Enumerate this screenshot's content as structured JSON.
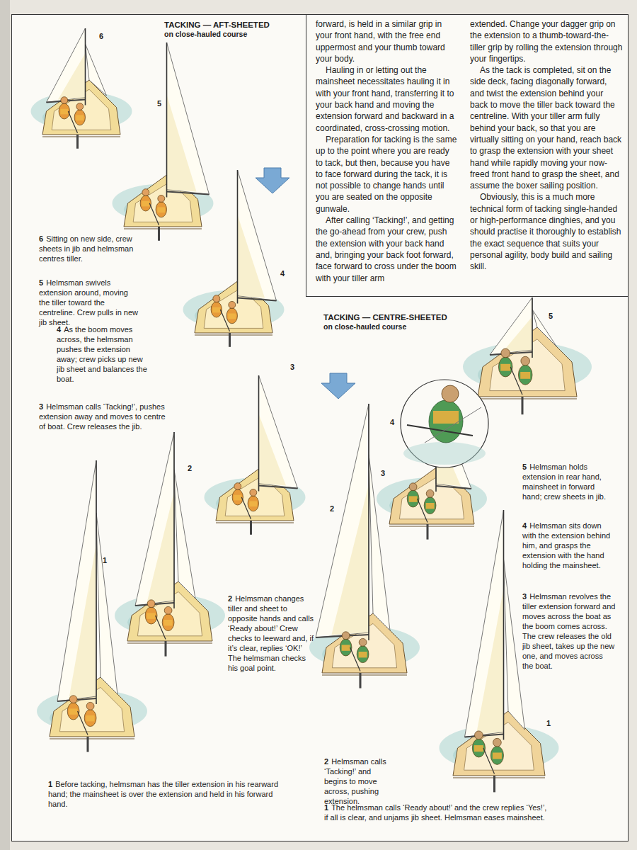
{
  "diagram": {
    "labels": [
      "TACKING — AFT-SHEETED",
      "on close-hauled course",
      "forward, is held in a similar grip in your front hand, with the free end uppermost and your thumb toward your body.",
      "Hauling in or letting out the mainsheet necessitates hauling it in with your front hand, transferring it to your back hand and moving the extension forward and backward in a coordinated, cross-crossing motion.",
      "Preparation for tacking is the same up to the point where you are ready to tack, but then, because you have to face forward during the tack, it is not possible to change hands until you are seated on the opposite gunwale.",
      "After calling ‘Tacking!’, and getting the go-ahead from your crew, push the extension with your back hand and, bringing your back foot forward, face forward to cross under the boom with your tiller arm",
      "extended. Change your dagger grip on the extension to a thumb-toward-the-tiller grip by rolling the extension through your fingertips.",
      "As the tack is completed, sit on the side deck, facing diagonally forward, and twist the extension behind your back to move the tiller back toward the centreline. With your tiller arm fully behind your back, so that you are virtually sitting on your hand, reach back to grasp the extension with your sheet hand while rapidly moving your now-freed front hand to grasp the sheet, and assume the boxer sailing position.",
      "Obviously, this is a much more technical form of tacking single-handed or high-performance dinghies, and you should practise it thoroughly to establish the exact sequence that suits your personal agility, body build and sailing skill.",
      "TACKING — CENTRE-SHEETED",
      "on close-hauled course",
      "6",
      "Sitting on new side, crew sheets in jib and helmsman centres tiller.",
      "5",
      "Helmsman swivels extension around, moving the tiller toward the centreline. Crew pulls in new jib sheet.",
      "4",
      "As the boom moves across, the helmsman pushes the extension away; crew picks up new jib sheet and balances the boat.",
      "3",
      "Helmsman calls ‘Tacking!’, pushes extension away and moves to centre of boat. Crew releases the jib.",
      "2",
      "Helmsman changes tiller and sheet to opposite hands and calls ‘Ready about!’ Crew checks to leeward and, if it’s clear, replies ‘OK!’ The helmsman checks his goal point.",
      "1",
      "Before tacking, helmsman has the tiller extension in his rearward hand; the mainsheet is over the extension and held in his forward hand.",
      "6",
      "5",
      "4",
      "3",
      "2",
      "1",
      "5",
      "Helmsman holds extension in rear hand, mainsheet in forward hand; crew sheets in jib.",
      "4",
      "Helmsman sits down with the extension behind him, and grasps the extension with the hand holding the mainsheet.",
      "3",
      "Helmsman revolves the tiller extension forward and moves across the boat as the boom comes across. The crew releases the old jib sheet, takes up the new one, and moves across the boat.",
      "2",
      "Helmsman calls ‘Tacking!’ and begins to move across, pushing extension.",
      "1",
      "The helmsman calls ‘Ready about!’ and the crew replies ‘Yes!’, if all is clear, and unjams jib sheet. Helmsman eases mainsheet.",
      "5",
      "4",
      "3",
      "2",
      "1"
    ]
  }
}
